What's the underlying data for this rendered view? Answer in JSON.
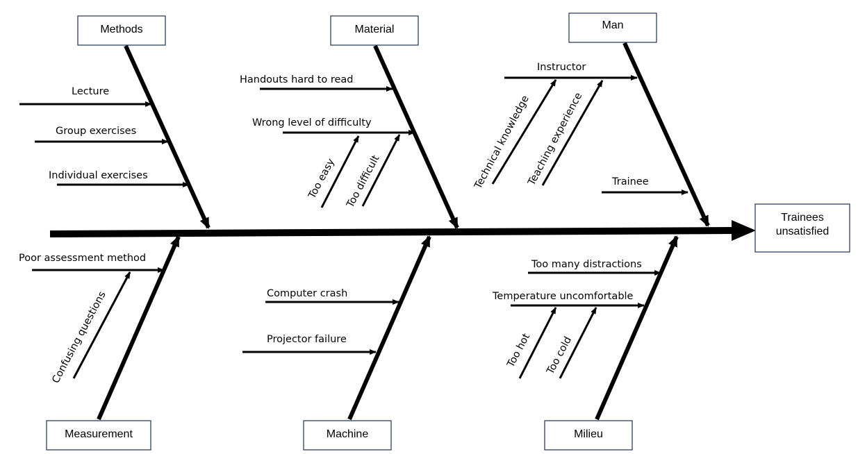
{
  "effect": {
    "line1": "Trainees",
    "line2": "unsatisfied"
  },
  "categories": {
    "methods": "Methods",
    "material": "Material",
    "man": "Man",
    "measurement": "Measurement",
    "machine": "Machine",
    "milieu": "Milieu"
  },
  "causes": {
    "lecture": "Lecture",
    "group_exercises": "Group exercises",
    "individual_exercises": "Individual exercises",
    "handouts": "Handouts hard to read",
    "wrong_level": "Wrong level of difficulty",
    "too_easy": "Too easy",
    "too_difficult": "Too difficult",
    "instructor": "Instructor",
    "technical_knowledge": "Technical knowledge",
    "teaching_experience": "Teaching experience",
    "trainee": "Trainee",
    "poor_assessment": "Poor assessment method",
    "confusing_questions": "Confusing questions",
    "computer_crash": "Computer crash",
    "projector_failure": "Projector failure",
    "too_many_distractions": "Too many distractions",
    "temperature": "Temperature uncomfortable",
    "too_hot": "Too hot",
    "too_cold": "Too cold"
  }
}
